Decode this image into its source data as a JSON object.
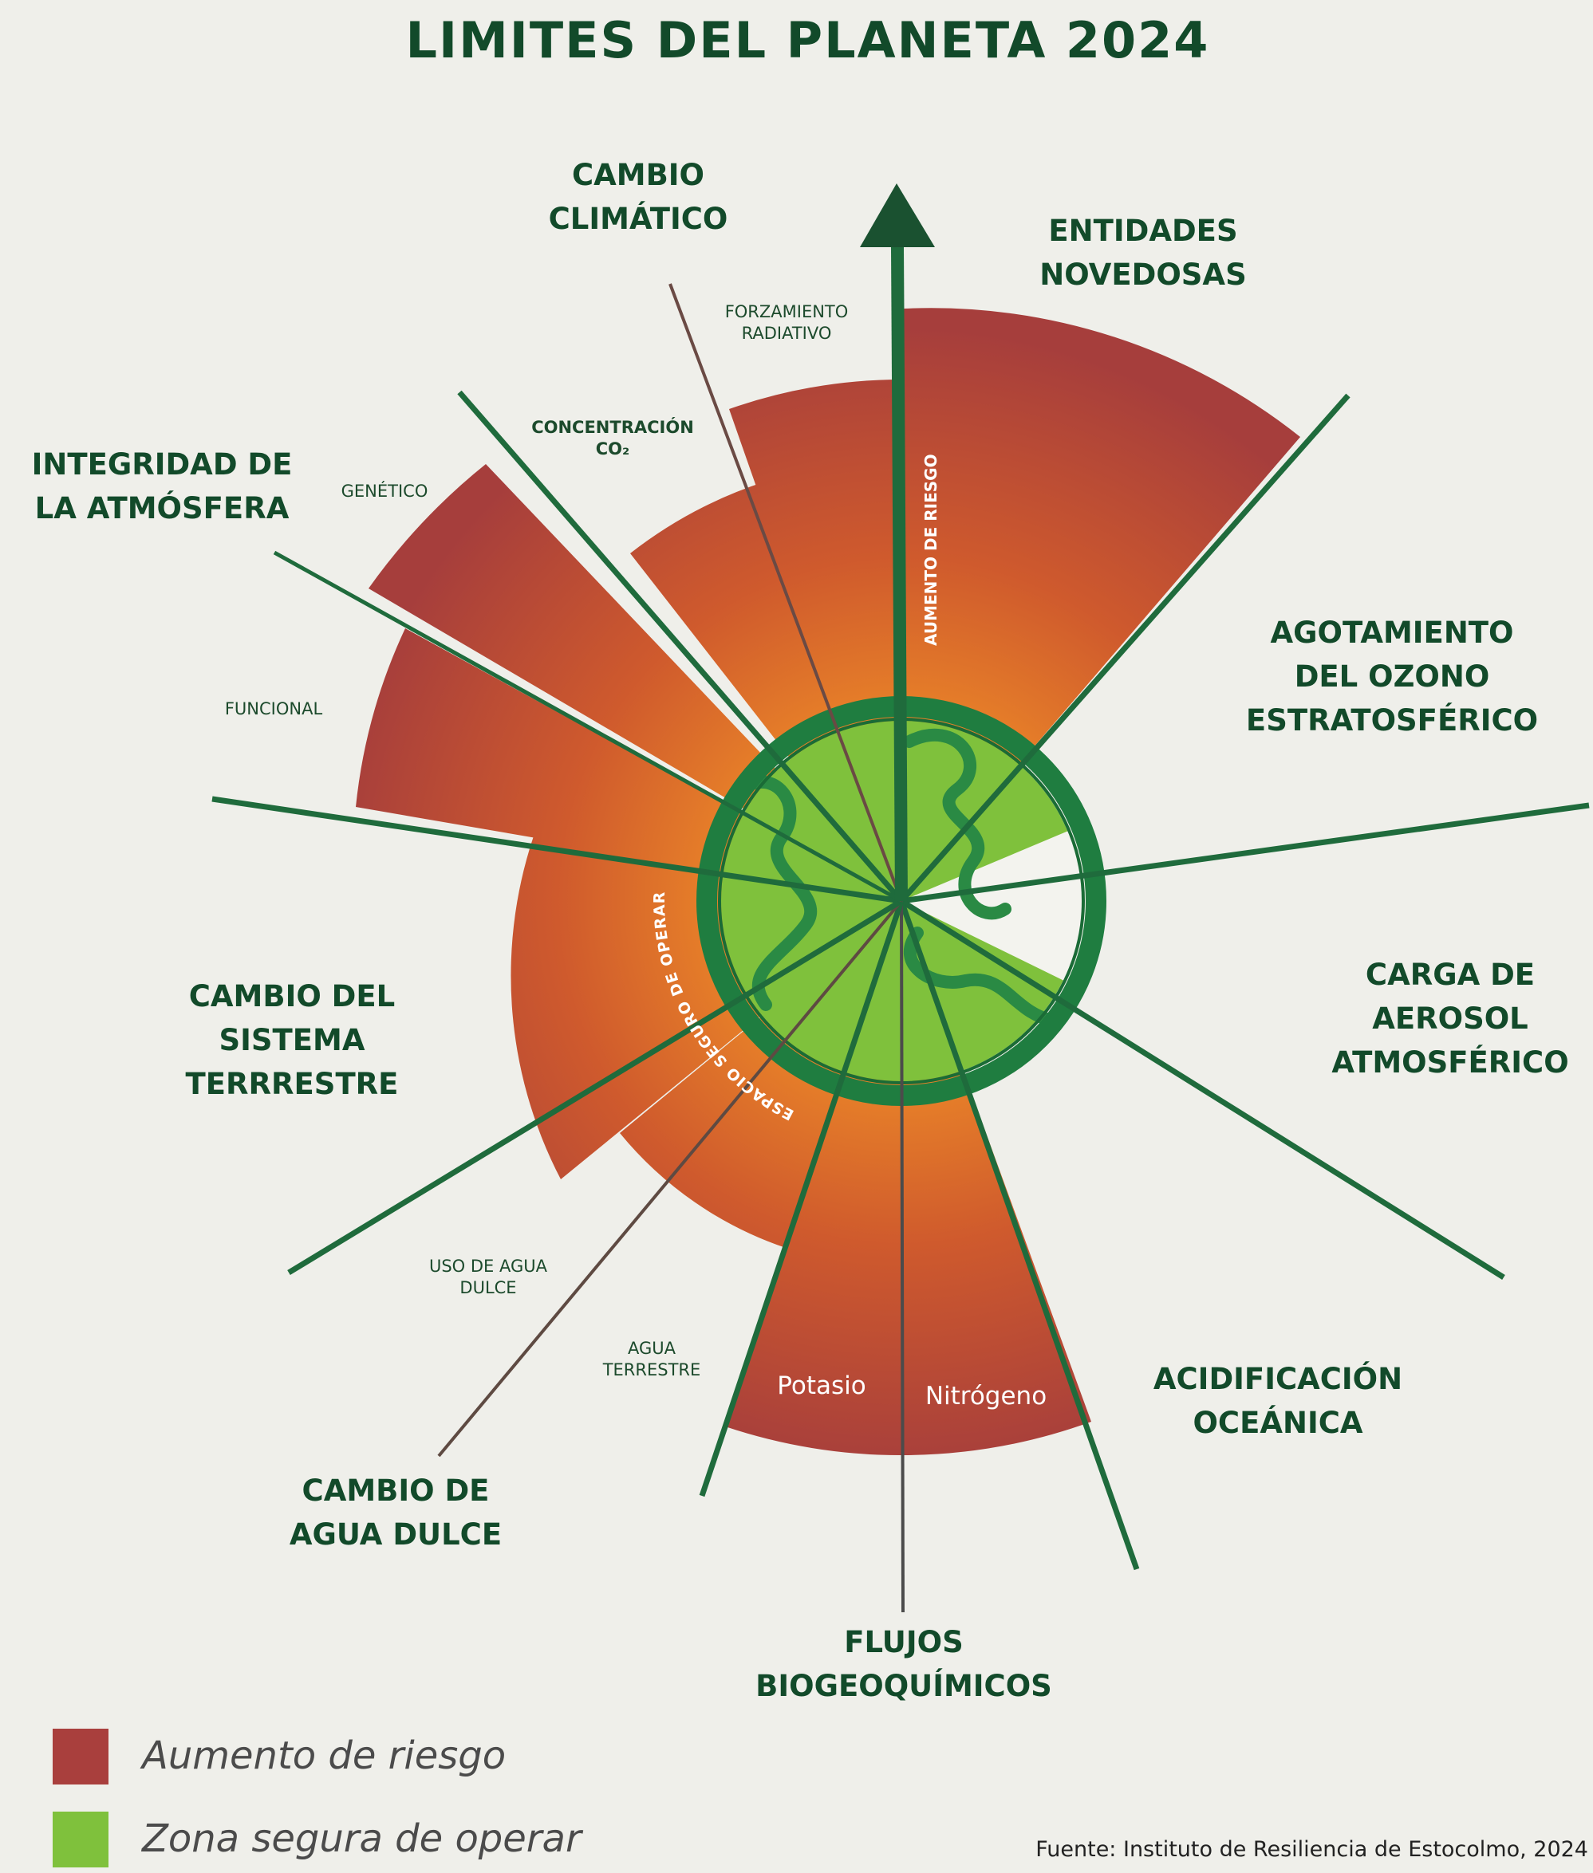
{
  "title": "LIMITES DEL PLANETA 2024",
  "colors": {
    "risk": "#a93f3d",
    "risk_outer": "#a83e3e",
    "risk_inner": "#e8852a",
    "safe": "#7fc13c",
    "ring": "#1d7a3f",
    "dark_green": "#124a2a"
  },
  "categories": {
    "cambio_climatico": [
      "CAMBIO",
      "CLIMÁTICO"
    ],
    "entidades_novedosas": [
      "ENTIDADES",
      "NOVEDOSAS"
    ],
    "agotamiento_ozono": [
      "AGOTAMIENTO",
      "DEL OZONO",
      "ESTRATOSFÉRICO"
    ],
    "carga_aerosol": [
      "CARGA DE",
      "AEROSOL",
      "ATMOSFÉRICO"
    ],
    "acidificacion": [
      "ACIDIFICACIÓN",
      "OCEÁNICA"
    ],
    "flujos": [
      "FLUJOS",
      "BIOGEOQUÍMICOS"
    ],
    "agua_dulce": [
      "CAMBIO DE",
      "AGUA DULCE"
    ],
    "sistema_terrestre": [
      "CAMBIO DEL",
      "SISTEMA",
      "TERRRESTRE"
    ],
    "integridad": [
      "INTEGRIDAD DE",
      "LA ATMÓSFERA"
    ]
  },
  "sublabels": {
    "forzamiento": [
      "FORZAMIENTO",
      "RADIATIVO"
    ],
    "concentracion": [
      "CONCENTRACIÓN",
      "CO₂"
    ],
    "genetico": [
      "GENÉTICO"
    ],
    "funcional": [
      "FUNCIONAL"
    ],
    "uso_agua": [
      "USO DE AGUA",
      "DULCE"
    ],
    "agua_terrestre": [
      "AGUA",
      "TERRESTRE"
    ]
  },
  "wedge_labels": {
    "potasio": "Potasio",
    "nitrogeno": "Nitrógeno"
  },
  "arrow_label": "AUMENTO DE RIESGO",
  "ring_label": "ESPACIO SEGURO DE OPERAR",
  "legend": {
    "risk_label": "Aumento de riesgo",
    "safe_label": "Zona segura de operar"
  },
  "source": "Fuente: Instituto de Resiliencia de Estocolmo, 2024"
}
